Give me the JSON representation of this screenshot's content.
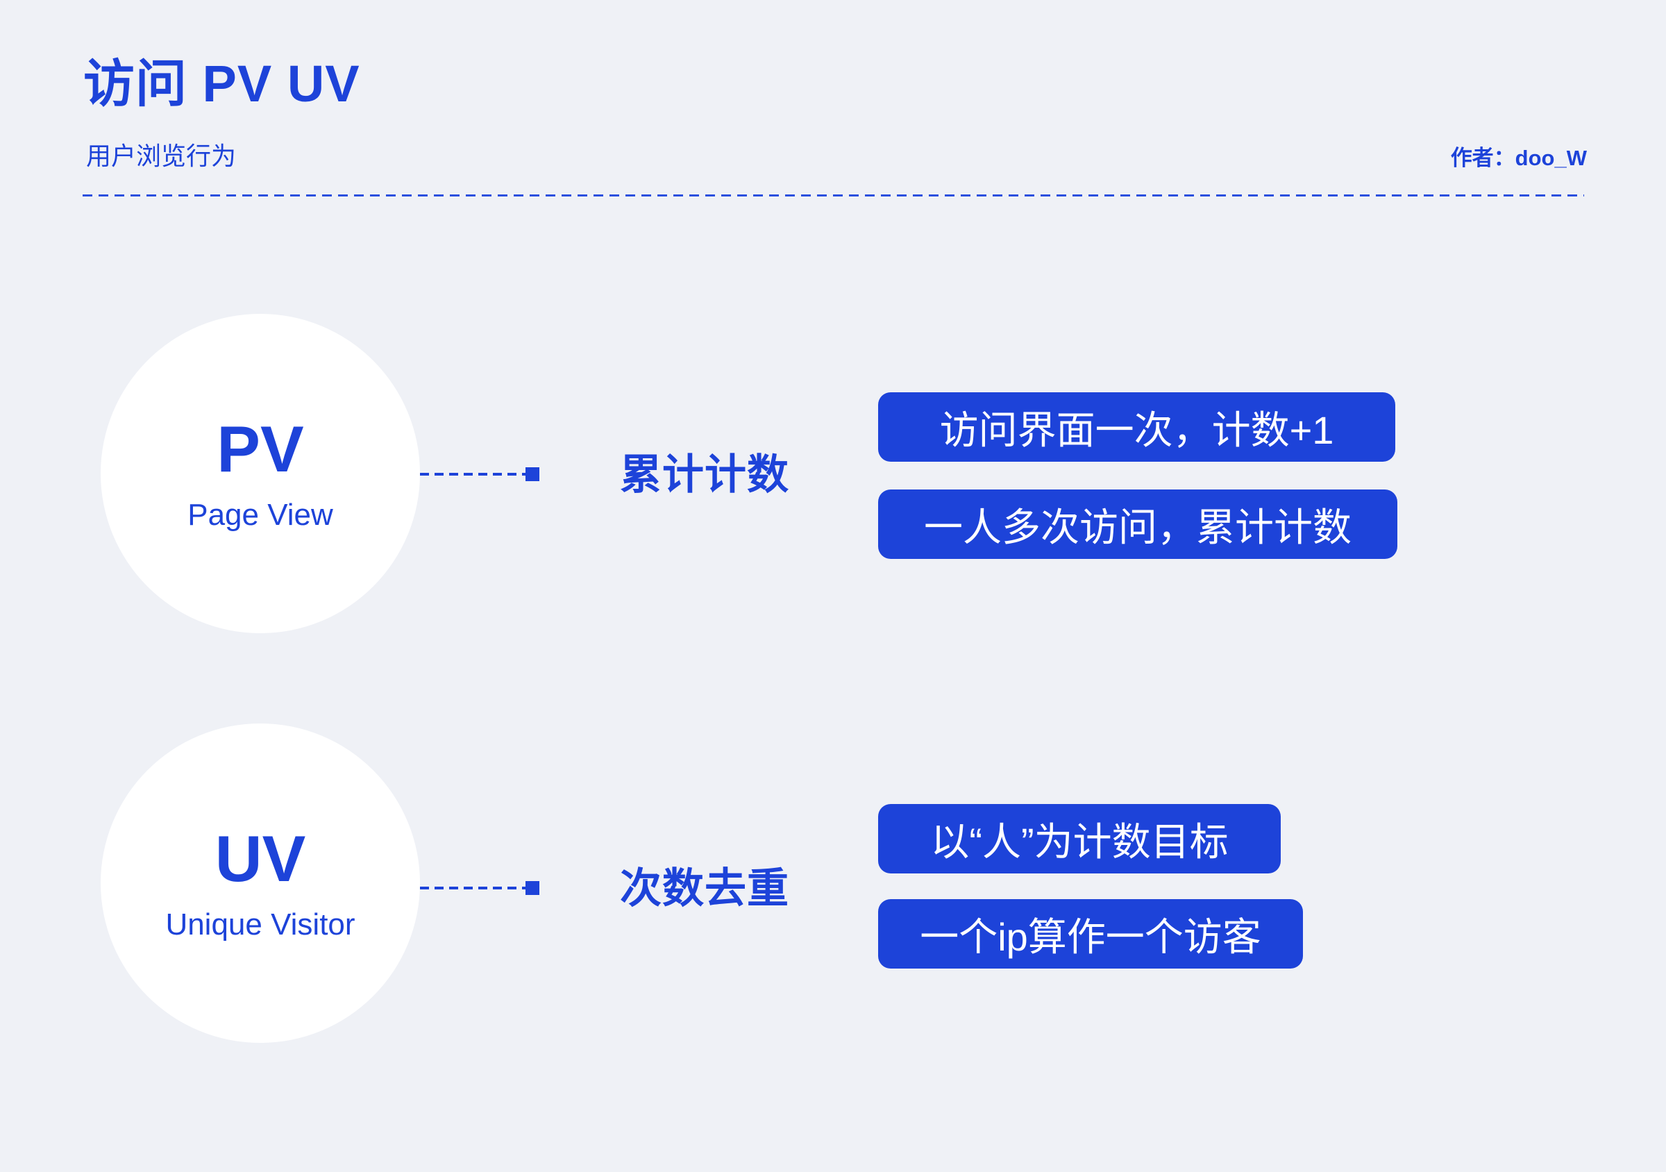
{
  "page": {
    "background_color": "#eff1f6",
    "accent_color": "#1d43d9",
    "circle_color": "#ffffff",
    "pill_text_color": "#ffffff"
  },
  "header": {
    "title": "访问 PV UV",
    "subtitle": "用户浏览行为",
    "author": "作者：doo_W"
  },
  "rows": [
    {
      "id": "pv",
      "abbr": "PV",
      "full_name": "Page View",
      "label": "累计计数",
      "points": [
        "访问界面一次，计数+1",
        "一人多次访问，累计计数"
      ]
    },
    {
      "id": "uv",
      "abbr": "UV",
      "full_name": "Unique Visitor",
      "label": "次数去重",
      "points": [
        "以“人”为计数目标",
        "一个ip算作一个访客"
      ]
    }
  ]
}
